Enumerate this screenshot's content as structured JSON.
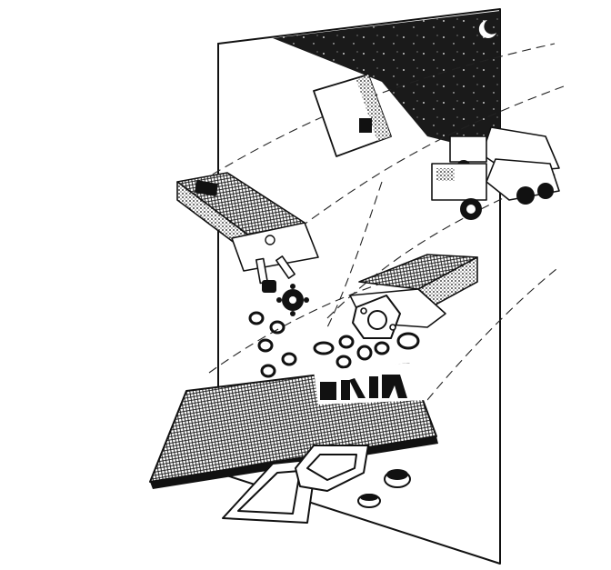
{
  "illustration": {
    "brand_mark": "",
    "colors": {
      "ink": "#111111",
      "paper": "#ffffff",
      "night_sky": "#1a1a1a"
    },
    "elements": [
      "folded-panel",
      "night-sky",
      "crescent-moon",
      "dump-trucks",
      "filter-boxes",
      "pins",
      "gear",
      "seal-rings",
      "flange-gasket",
      "filter-mat",
      "gasket-frames",
      "washers"
    ]
  }
}
